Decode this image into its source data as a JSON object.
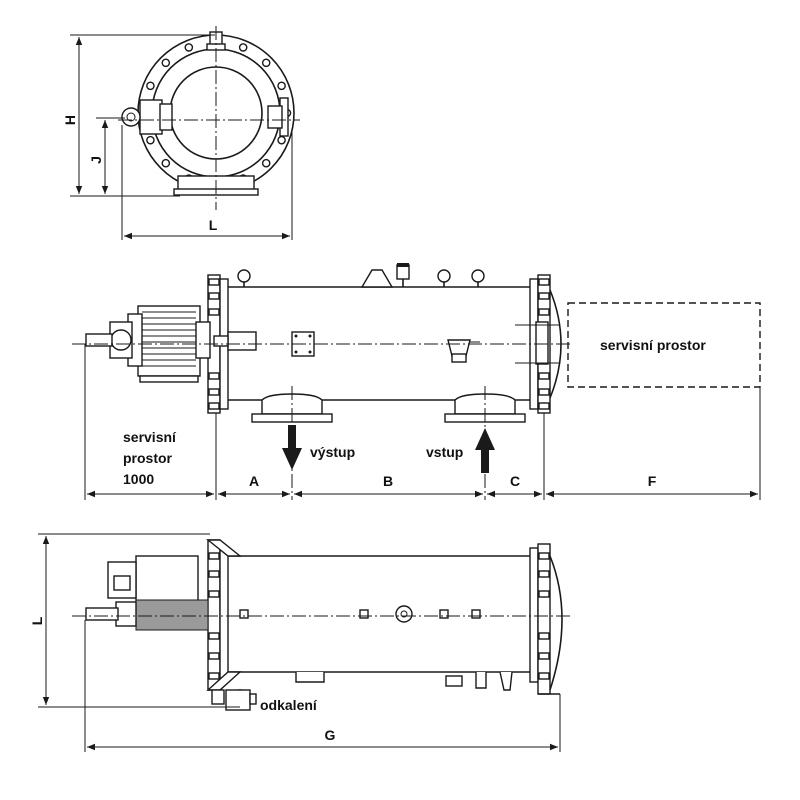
{
  "dimension_labels": {
    "H": "H",
    "J": "J",
    "L_front": "L",
    "A": "A",
    "B": "B",
    "C": "C",
    "F": "F",
    "L_top": "L",
    "G": "G"
  },
  "annotations": {
    "service_space_left_1": "servisní",
    "service_space_left_2": "prostor",
    "service_space_left_3": "1000",
    "service_space_right": "servisní prostor",
    "outlet": "výstup",
    "inlet": "vstup",
    "desludging": "odkalení"
  },
  "colors": {
    "line": "#1a1a1a",
    "motor_fill": "#9a9a9a",
    "background": "#ffffff"
  }
}
